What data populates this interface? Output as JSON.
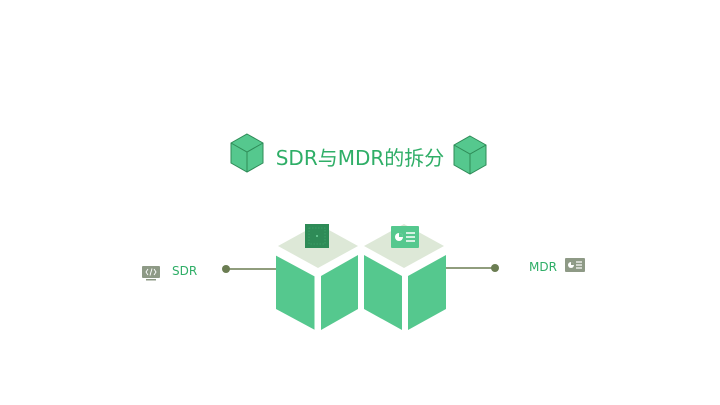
{
  "title": "SDR与MDR的拆分",
  "left_node": {
    "label": "SDR",
    "icon": "code-monitor-icon"
  },
  "right_node": {
    "label": "MDR",
    "icon": "presentation-board-icon"
  },
  "colors": {
    "green_main": "#55c88e",
    "green_dark": "#2fae67",
    "green_deep": "#2e8b57",
    "top_face": "#d9e6d4",
    "connector": "#6b7d52",
    "icon_gray": "#8e9a86"
  }
}
